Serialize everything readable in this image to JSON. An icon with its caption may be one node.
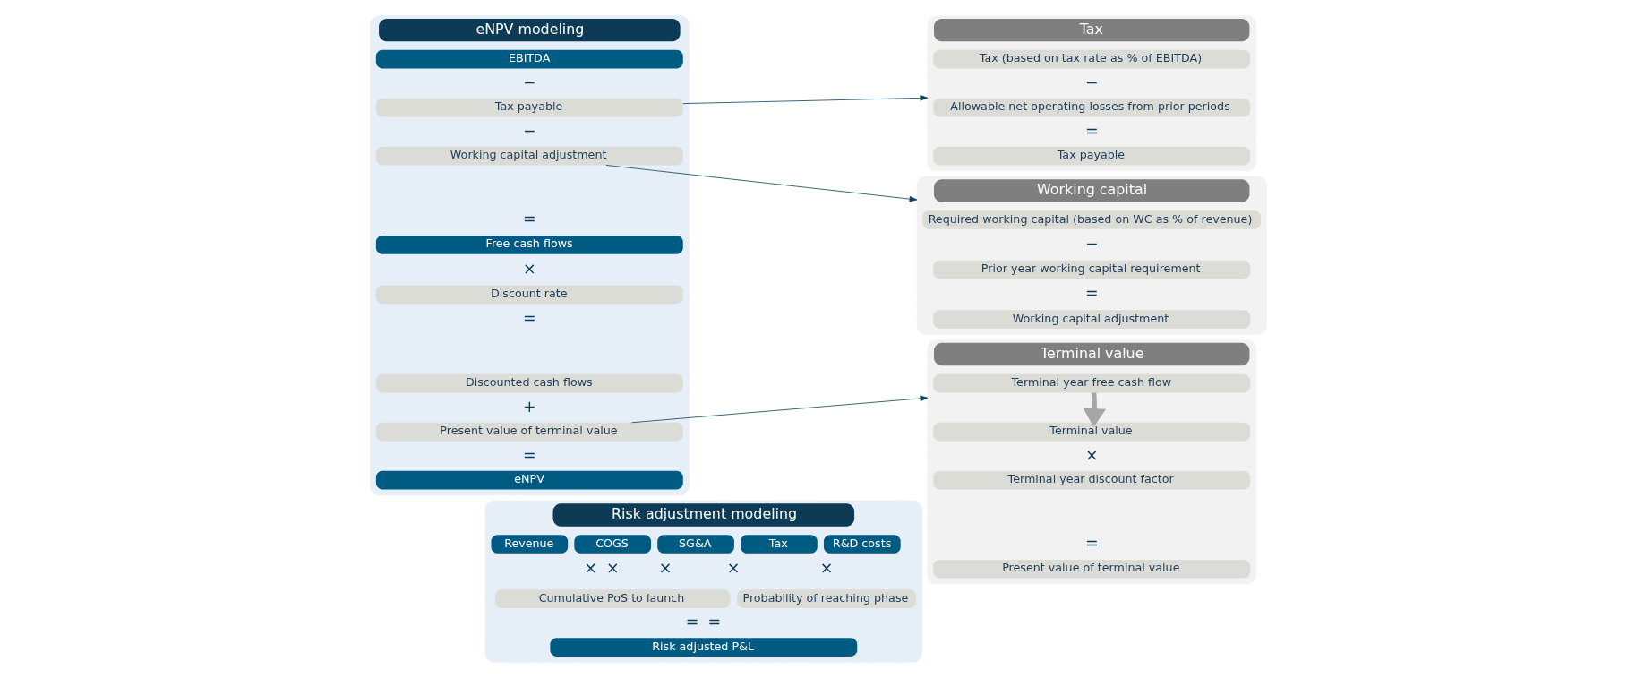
{
  "diagram": {
    "nodes": [
      {
        "text": [
          "eNPV modeling"
        ]
      },
      {
        "text": [
          "EBITDA"
        ],
        "in": 0
      },
      {
        "text": [
          "Tax payable"
        ],
        "in": 0
      },
      {
        "text": [
          "Working capital adjustment"
        ],
        "in": 0
      },
      {
        "text": [
          "Free cash flows"
        ],
        "in": 0
      },
      {
        "text": [
          "Discount rate"
        ],
        "in": 0
      },
      {
        "text": [
          "Discounted cash flows"
        ],
        "in": 0
      },
      {
        "text": [
          "Present value of terminal value"
        ],
        "in": 0
      },
      {
        "text": [
          "eNPV"
        ],
        "in": 0
      },
      {
        "text": [
          "Risk adjustment modeling"
        ]
      },
      {
        "text": [
          "Revenue"
        ],
        "in": 9
      },
      {
        "text": [
          "COGS"
        ],
        "in": 9
      },
      {
        "text": [
          "SG&A"
        ],
        "in": 9
      },
      {
        "text": [
          "Tax"
        ],
        "in": 9
      },
      {
        "text": [
          "R&D costs"
        ],
        "in": 9
      },
      {
        "text": [
          "Cumulative PoS to launch"
        ],
        "in": 9
      },
      {
        "text": [
          "Probability of reaching phase"
        ],
        "in": 9
      },
      {
        "text": [
          "Risk adjusted P&L"
        ],
        "in": 9
      },
      {
        "text": [
          "Tax"
        ]
      },
      {
        "text": [
          "Tax (based on tax rate as % of EBITDA)"
        ],
        "in": 18
      },
      {
        "text": [
          "Allowable net operating losses from prior periods"
        ],
        "in": 18
      },
      {
        "text": [
          "Tax payable"
        ],
        "in": 18
      },
      {
        "text": [
          "Working capital"
        ]
      },
      {
        "text": [
          "Required working capital (based on WC as % of revenue)"
        ],
        "in": 22
      },
      {
        "text": [
          "Prior year working capital requirement"
        ],
        "in": 22
      },
      {
        "text": [
          "Working capital adjustment"
        ],
        "in": 22
      },
      {
        "text": [
          "Terminal value"
        ]
      },
      {
        "text": [
          "Terminal year free cash flow"
        ],
        "in": 26
      },
      {
        "text": [
          "Terminal value"
        ],
        "in": 26
      },
      {
        "text": [
          "Terminal year discount factor"
        ],
        "in": 26
      },
      {
        "text": [
          "Present value of terminal value"
        ],
        "in": 26
      }
    ],
    "edges": [
      {
        "from": 2,
        "to": 18,
        "arrow": "to"
      },
      {
        "from": 3,
        "to": 22,
        "arrow": "to"
      },
      {
        "from": 7,
        "to": 26,
        "arrow": "to"
      },
      {
        "from": 27,
        "to": 28,
        "arrow": "to",
        "color": "#a6a6a6",
        "style": "thick"
      }
    ],
    "labels": [
      "−",
      "−",
      "=",
      "×",
      "=",
      "+",
      "=",
      "×",
      "×",
      "×",
      "×",
      "×",
      "=",
      "=",
      "−",
      "=",
      "−",
      "=",
      "×",
      "="
    ]
  }
}
